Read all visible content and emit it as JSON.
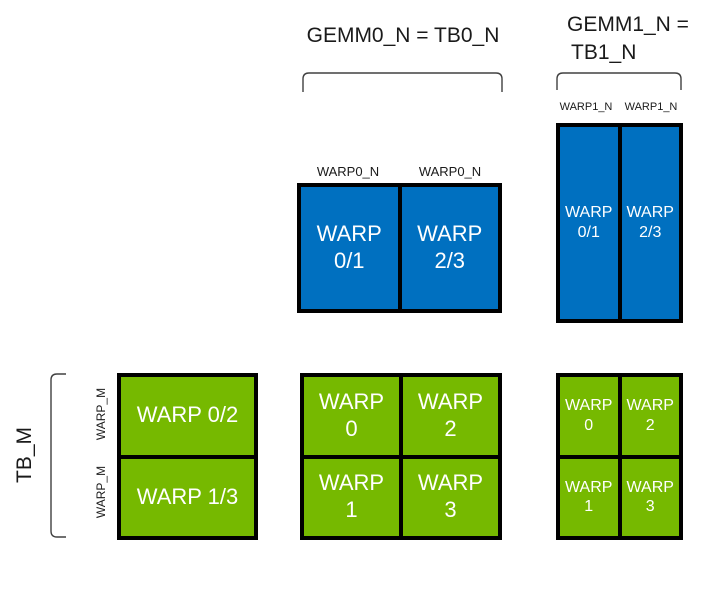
{
  "top_center": {
    "title": "GEMM0_N = TB0_N",
    "col_labels": [
      "WARP0_N",
      "WARP0_N"
    ],
    "cells": [
      {
        "l1": "WARP",
        "l2": "0/1"
      },
      {
        "l1": "WARP",
        "l2": "2/3"
      }
    ]
  },
  "top_right": {
    "title_l1": "GEMM1_N =",
    "title_l2": "TB1_N",
    "col_labels": [
      "WARP1_N",
      "WARP1_N"
    ],
    "cells": [
      {
        "l1": "WARP",
        "l2": "0/1"
      },
      {
        "l1": "WARP",
        "l2": "2/3"
      }
    ]
  },
  "bottom_left": {
    "axis_label": "TB_M",
    "row_labels": [
      "WARP_M",
      "WARP_M"
    ],
    "cells": [
      {
        "label": "WARP 0/2"
      },
      {
        "label": "WARP 1/3"
      }
    ]
  },
  "bottom_center": {
    "cells": [
      {
        "l1": "WARP",
        "l2": "0"
      },
      {
        "l1": "WARP",
        "l2": "2"
      },
      {
        "l1": "WARP",
        "l2": "1"
      },
      {
        "l1": "WARP",
        "l2": "3"
      }
    ]
  },
  "bottom_right": {
    "cells": [
      {
        "l1": "WARP",
        "l2": "0"
      },
      {
        "l1": "WARP",
        "l2": "2"
      },
      {
        "l1": "WARP",
        "l2": "1"
      },
      {
        "l1": "WARP",
        "l2": "3"
      }
    ]
  },
  "colors": {
    "blue": "#0070C0",
    "green": "#76B900",
    "border": "#000000",
    "bracket": "#404040",
    "title_text": "#1A1A1A",
    "cell_text": "#FFFFFF"
  }
}
